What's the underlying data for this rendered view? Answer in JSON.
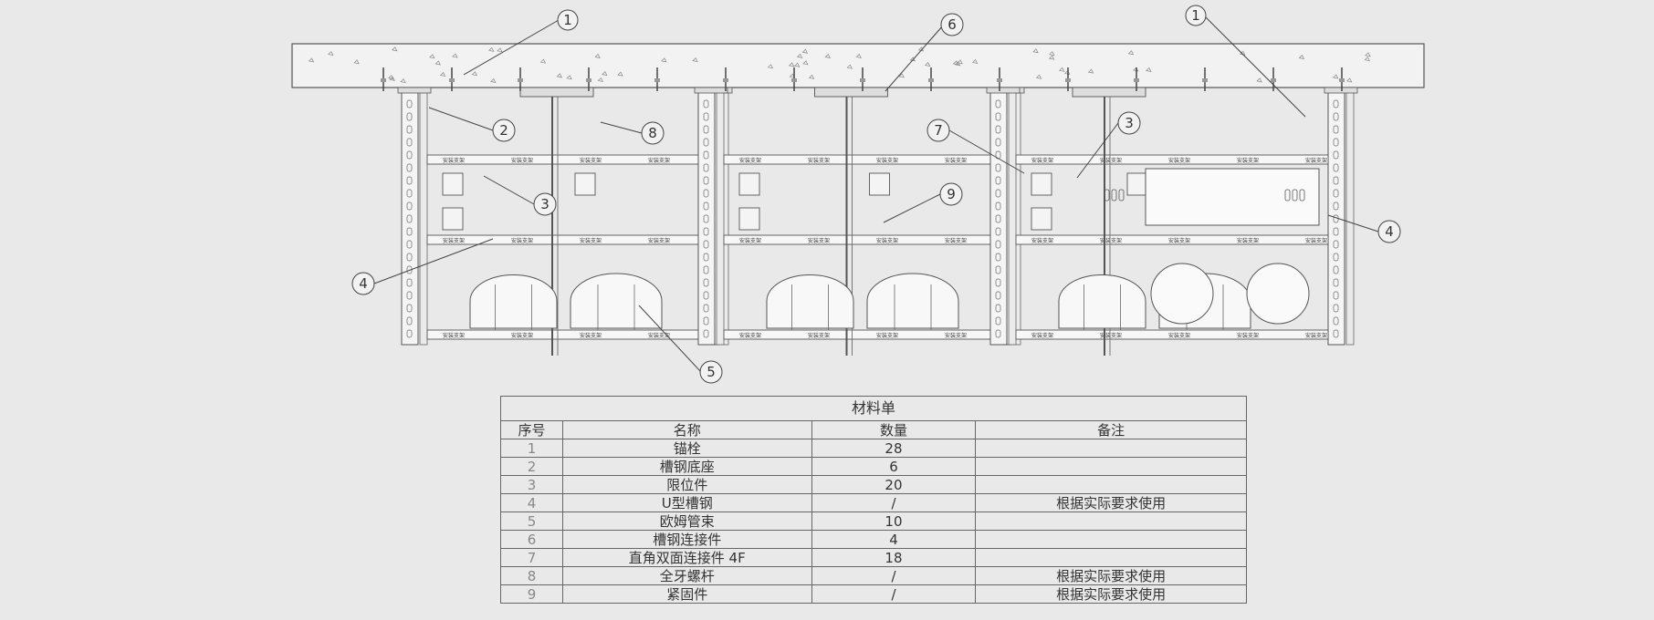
{
  "drawing": {
    "callouts": [
      {
        "label": "1"
      },
      {
        "label": "1"
      },
      {
        "label": "2"
      },
      {
        "label": "3"
      },
      {
        "label": "3"
      },
      {
        "label": "4"
      },
      {
        "label": "4"
      },
      {
        "label": "5"
      },
      {
        "label": "6"
      },
      {
        "label": "7"
      },
      {
        "label": "8"
      },
      {
        "label": "9"
      }
    ],
    "channel_label": "安装支架"
  },
  "bom": {
    "title": "材料单",
    "headers": [
      "序号",
      "名称",
      "数量",
      "备注"
    ],
    "rows": [
      {
        "seq": "1",
        "name": "锚栓",
        "qty": "28",
        "note": ""
      },
      {
        "seq": "2",
        "name": "槽钢底座",
        "qty": "6",
        "note": ""
      },
      {
        "seq": "3",
        "name": "限位件",
        "qty": "20",
        "note": ""
      },
      {
        "seq": "4",
        "name": "U型槽钢",
        "qty": "/",
        "note": "根据实际要求使用"
      },
      {
        "seq": "5",
        "name": "欧姆管束",
        "qty": "10",
        "note": ""
      },
      {
        "seq": "6",
        "name": "槽钢连接件",
        "qty": "4",
        "note": ""
      },
      {
        "seq": "7",
        "name": "直角双面连接件 4F",
        "qty": "18",
        "note": ""
      },
      {
        "seq": "8",
        "name": "全牙螺杆",
        "qty": "/",
        "note": "根据实际要求使用"
      },
      {
        "seq": "9",
        "name": "紧固件",
        "qty": "/",
        "note": "根据实际要求使用"
      }
    ]
  }
}
